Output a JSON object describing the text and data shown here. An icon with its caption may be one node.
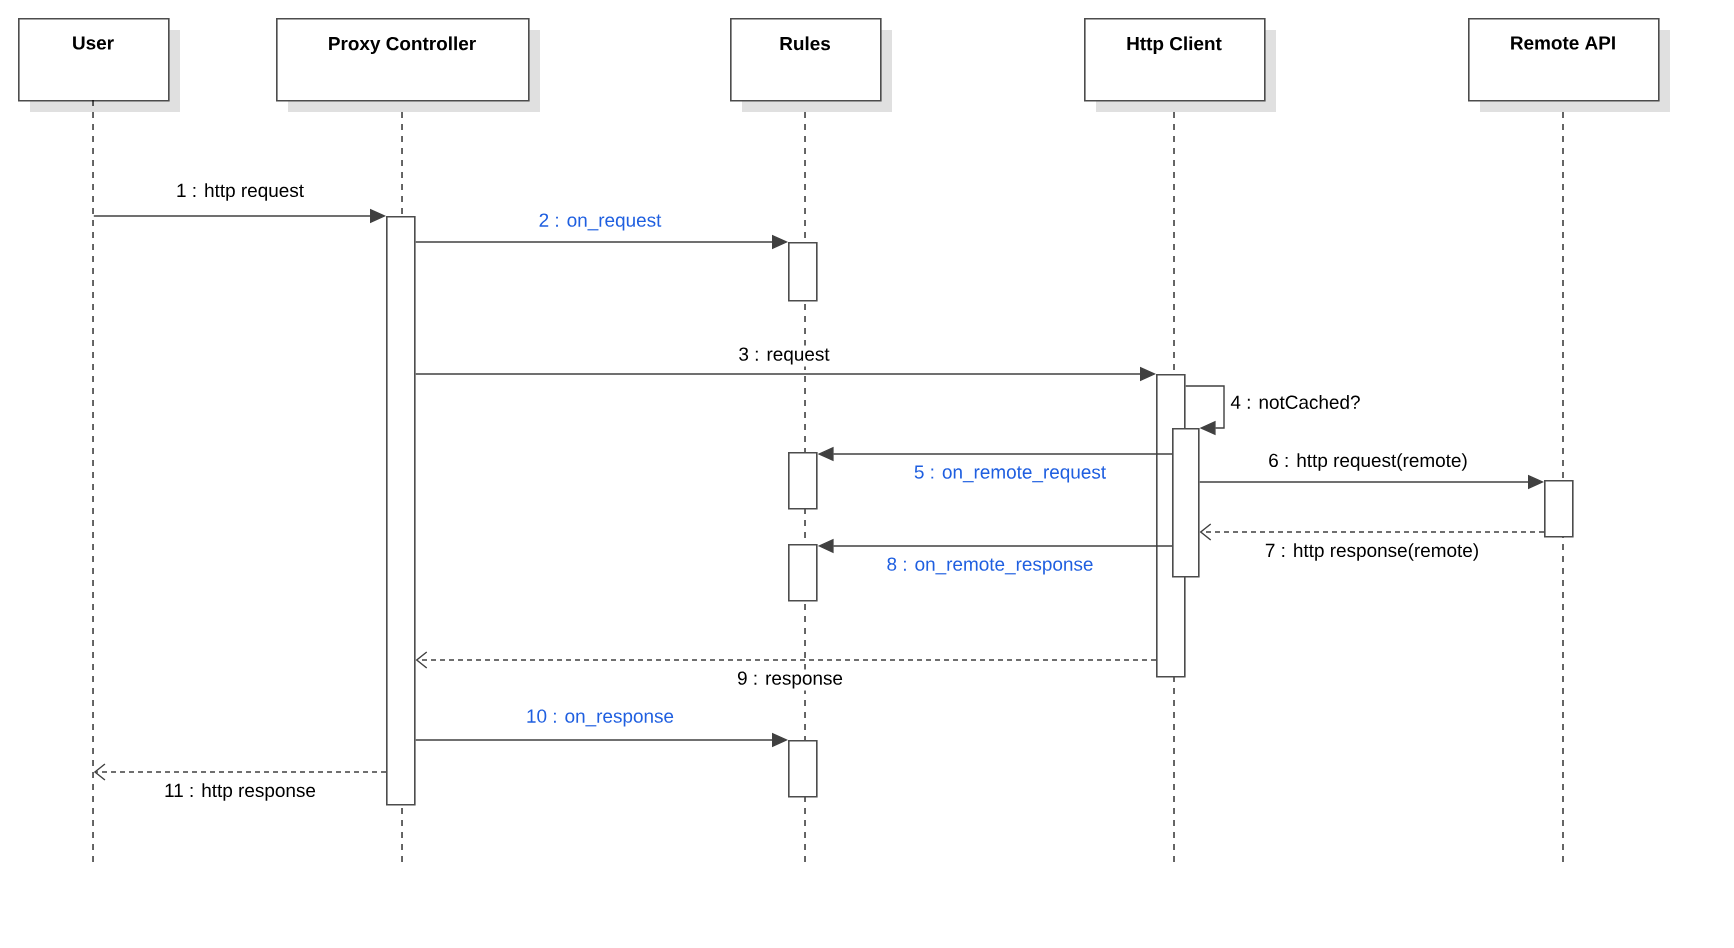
{
  "diagram": {
    "nodes": [
      {
        "text": [
          "User"
        ]
      },
      {
        "text": [
          "Proxy Controller"
        ]
      },
      {
        "text": [
          "Rules"
        ]
      },
      {
        "text": [
          "Http Client"
        ]
      },
      {
        "text": [
          "Remote API"
        ]
      },
      {
        "text": [],
        "shape": "bar"
      },
      {
        "text": [],
        "shape": "bar"
      },
      {
        "text": [],
        "shape": "bar"
      },
      {
        "text": [],
        "shape": "bar"
      },
      {
        "text": [],
        "shape": "bar"
      },
      {
        "text": [],
        "shape": "bar"
      },
      {
        "text": [],
        "shape": "bar"
      },
      {
        "text": [],
        "shape": "bar"
      }
    ],
    "edges": [
      {
        "from": 0,
        "to": 5,
        "arrow": "to",
        "label": "1 : http request"
      },
      {
        "from": 5,
        "to": 6,
        "arrow": "to",
        "label": "2 : on_request"
      },
      {
        "from": 5,
        "to": 7,
        "arrow": "to",
        "label": "3 : request"
      },
      {
        "from": 7,
        "to": 8,
        "arrow": "to",
        "label": "4 : notCached?"
      },
      {
        "from": 8,
        "to": 10,
        "arrow": "to",
        "label": "5 : on_remote_request"
      },
      {
        "from": 8,
        "to": 9,
        "arrow": "to",
        "label": "6 : http request(remote)"
      },
      {
        "from": 9,
        "to": 8,
        "arrow": "to",
        "label": "7 : http response(remote)",
        "style": "dashed"
      },
      {
        "from": 8,
        "to": 11,
        "arrow": "to",
        "label": "8 : on_remote_response"
      },
      {
        "from": 7,
        "to": 5,
        "arrow": "to",
        "label": "9 : response",
        "style": "dashed"
      },
      {
        "from": 5,
        "to": 12,
        "arrow": "to",
        "label": "10 : on_response"
      },
      {
        "from": 5,
        "to": 0,
        "arrow": "to",
        "label": "11 : http response",
        "style": "dashed"
      }
    ]
  }
}
